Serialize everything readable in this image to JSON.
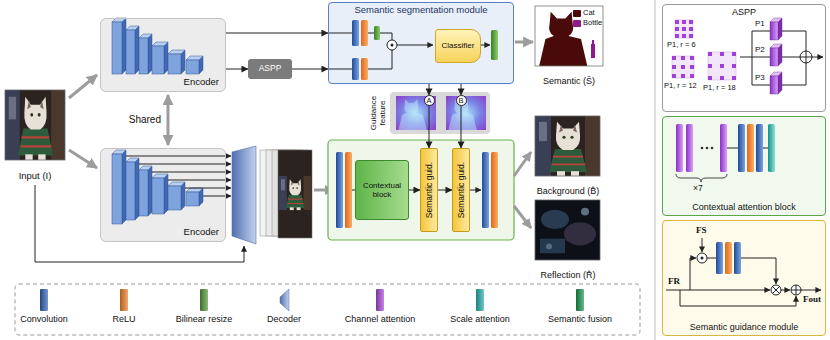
{
  "diagram": {
    "nodes": [
      {
        "text": [
          "Input (I)"
        ]
      },
      {
        "text": [
          "Encoder"
        ]
      },
      {
        "text": [
          "Encoder"
        ]
      },
      {
        "text": [
          "ASPP"
        ]
      },
      {
        "text": [
          "Semantic segmentation module"
        ]
      },
      {
        "text": [
          "Classifier"
        ],
        "in": 4
      },
      {
        "text": [
          "Semantic (Ŝ)"
        ]
      },
      {
        "text": [
          "Guidance feature"
        ]
      },
      {
        "text": [
          "A"
        ],
        "in": 7
      },
      {
        "text": [
          "B"
        ],
        "in": 7
      },
      {
        "text": [
          "Contextual block"
        ]
      },
      {
        "text": [
          "Semantic guid."
        ]
      },
      {
        "text": [
          "Semantic guid."
        ]
      },
      {
        "text": [
          "Background (B̂)"
        ]
      },
      {
        "text": [
          "Reflection (R̂)"
        ]
      },
      {
        "text": [
          "ASPP"
        ]
      },
      {
        "text": [
          "Contextual attention block"
        ]
      },
      {
        "text": [
          "Semantic guidance module"
        ]
      }
    ],
    "edges": [
      {
        "from": 0,
        "to": 1,
        "arrow": "to"
      },
      {
        "from": 0,
        "to": 2,
        "arrow": "to"
      },
      {
        "from": 1,
        "to": 2,
        "arrow": "both",
        "label": "Shared"
      },
      {
        "from": 1,
        "to": 3,
        "arrow": "to"
      },
      {
        "from": 3,
        "to": 4,
        "arrow": "to"
      },
      {
        "from": 1,
        "to": 4,
        "arrow": "to"
      },
      {
        "from": 4,
        "to": 6,
        "arrow": "to"
      },
      {
        "from": 4,
        "to": 8,
        "arrow": "to"
      },
      {
        "from": 4,
        "to": 9,
        "arrow": "to"
      },
      {
        "from": 8,
        "to": 11,
        "arrow": "to"
      },
      {
        "from": 9,
        "to": 12,
        "arrow": "to"
      },
      {
        "from": 10,
        "to": 11,
        "arrow": "to"
      },
      {
        "from": 11,
        "to": 12,
        "arrow": "to"
      }
    ],
    "labels": [
      "P1, r = 6",
      "P1, r = 12",
      "P1, r = 18",
      "P1",
      "P2",
      "P3",
      "×7",
      "FS",
      "FR",
      "Fout"
    ],
    "legend": [
      {
        "text": "Cat",
        "color": "#4b0a0a"
      },
      {
        "text": "Bottle",
        "color": "#8e1a8e"
      },
      {
        "text": "Convolution",
        "color": "#2f5eb0"
      },
      {
        "text": "ReLU",
        "color": "#ec7a25"
      },
      {
        "text": "Bilinear resize",
        "color": "#4f9636"
      },
      {
        "text": "Decoder"
      },
      {
        "text": "Channel attention",
        "color": "#a746d6"
      },
      {
        "text": "Scale attention",
        "color": "#23aaa6"
      },
      {
        "text": "Semantic fusion",
        "color": "#16914a"
      }
    ]
  }
}
